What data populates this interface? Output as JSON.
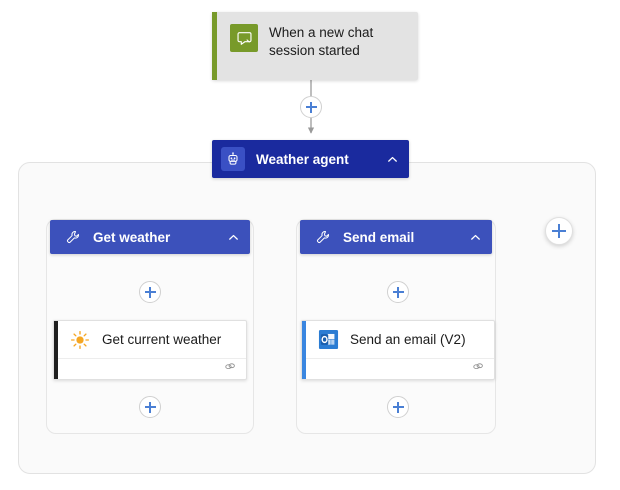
{
  "flow": {
    "trigger": {
      "label": "When a new chat session started",
      "icon": "chat-bubble-icon",
      "accent_color": "#789a2a",
      "background": "#e3e3e3"
    },
    "agent": {
      "title": "Weather agent",
      "icon": "robot-agent-icon",
      "collapse_icon": "chevron-up-icon",
      "header_color": "#1a2a9e"
    },
    "tools": [
      {
        "title": "Get weather",
        "icon": "wrench-tool-icon",
        "collapse_icon": "chevron-up-icon",
        "header_color": "#3c51bb",
        "action": {
          "label": "Get current weather",
          "icon": "sun-weather-icon",
          "accent_color": "#1f1f1f",
          "footer_icon": "connection-link-icon"
        }
      },
      {
        "title": "Send email",
        "icon": "wrench-tool-icon",
        "collapse_icon": "chevron-up-icon",
        "header_color": "#3c51bb",
        "action": {
          "label": "Send an email (V2)",
          "icon": "outlook-mail-icon",
          "accent_color": "#3a86e0",
          "footer_icon": "connection-link-icon"
        }
      }
    ],
    "add_buttons": {
      "after_trigger": "+",
      "before_get_current_weather": "+",
      "after_get_current_weather": "+",
      "before_send_an_email": "+",
      "after_send_an_email": "+",
      "add_tool": "+"
    },
    "colors": {
      "canvas": "#ffffff",
      "agent_container": "#fafafa",
      "tool_group": "#fbfbfb",
      "connector": "#9a9a9a",
      "plus_accent": "#4a7fd4"
    }
  }
}
